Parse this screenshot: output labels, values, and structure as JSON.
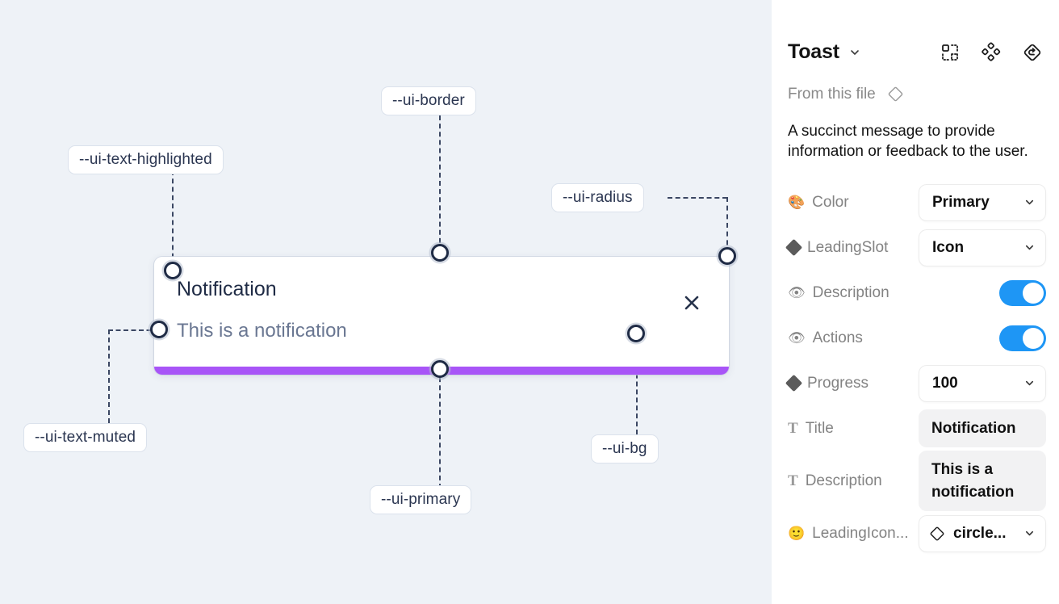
{
  "canvas": {
    "background_color": "#eef2f7",
    "toast": {
      "title": "Notification",
      "description": "This is a notification",
      "close_icon": "close-icon",
      "progress_color": "#a855f7",
      "background_color": "#ffffff"
    },
    "annotations": [
      {
        "id": "ui-border",
        "label": "--ui-border"
      },
      {
        "id": "ui-text-highlighted",
        "label": "--ui-text-highlighted"
      },
      {
        "id": "ui-radius",
        "label": "--ui-radius"
      },
      {
        "id": "ui-text-muted",
        "label": "--ui-text-muted"
      },
      {
        "id": "ui-primary",
        "label": "--ui-primary"
      },
      {
        "id": "ui-bg",
        "label": "--ui-bg"
      }
    ]
  },
  "panel": {
    "title": "Toast",
    "title_caret_icon": "chevron-down-icon",
    "header_icons": [
      {
        "name": "components-grid-icon"
      },
      {
        "name": "variants-diamond-icon"
      },
      {
        "name": "reset-diamond-icon"
      }
    ],
    "from_file": {
      "label": "From this file",
      "icon": "diamond-icon"
    },
    "description": "A succinct message to provide information or feedback to the user.",
    "properties": [
      {
        "name": "color",
        "icon": "palette-emoji",
        "icon_glyph": "🎨",
        "label": "Color",
        "control": "select",
        "value": "Primary"
      },
      {
        "name": "leadingslot",
        "icon": "diamond-filled",
        "icon_glyph": "",
        "label": "LeadingSlot",
        "control": "select",
        "value": "Icon"
      },
      {
        "name": "description",
        "icon": "eye-emoji",
        "icon_glyph": "👁",
        "label": "Description",
        "control": "toggle",
        "value": "on"
      },
      {
        "name": "actions",
        "icon": "eye-emoji",
        "icon_glyph": "👁",
        "label": "Actions",
        "control": "toggle",
        "value": "on"
      },
      {
        "name": "progress",
        "icon": "diamond-filled",
        "icon_glyph": "",
        "label": "Progress",
        "control": "select",
        "value": "100"
      },
      {
        "name": "title",
        "icon": "text-t-icon",
        "icon_glyph": "T",
        "label": "Title",
        "control": "text",
        "value": "Notification"
      },
      {
        "name": "description-text",
        "icon": "text-t-icon",
        "icon_glyph": "T",
        "label": "Description",
        "control": "text",
        "value": "This is a notification"
      },
      {
        "name": "leadingicon",
        "icon": "smiley-emoji",
        "icon_glyph": "🙂",
        "label": "LeadingIcon...",
        "control": "select-icon",
        "value": "circle..."
      }
    ],
    "toggle_on_color": "#1e96f5"
  }
}
